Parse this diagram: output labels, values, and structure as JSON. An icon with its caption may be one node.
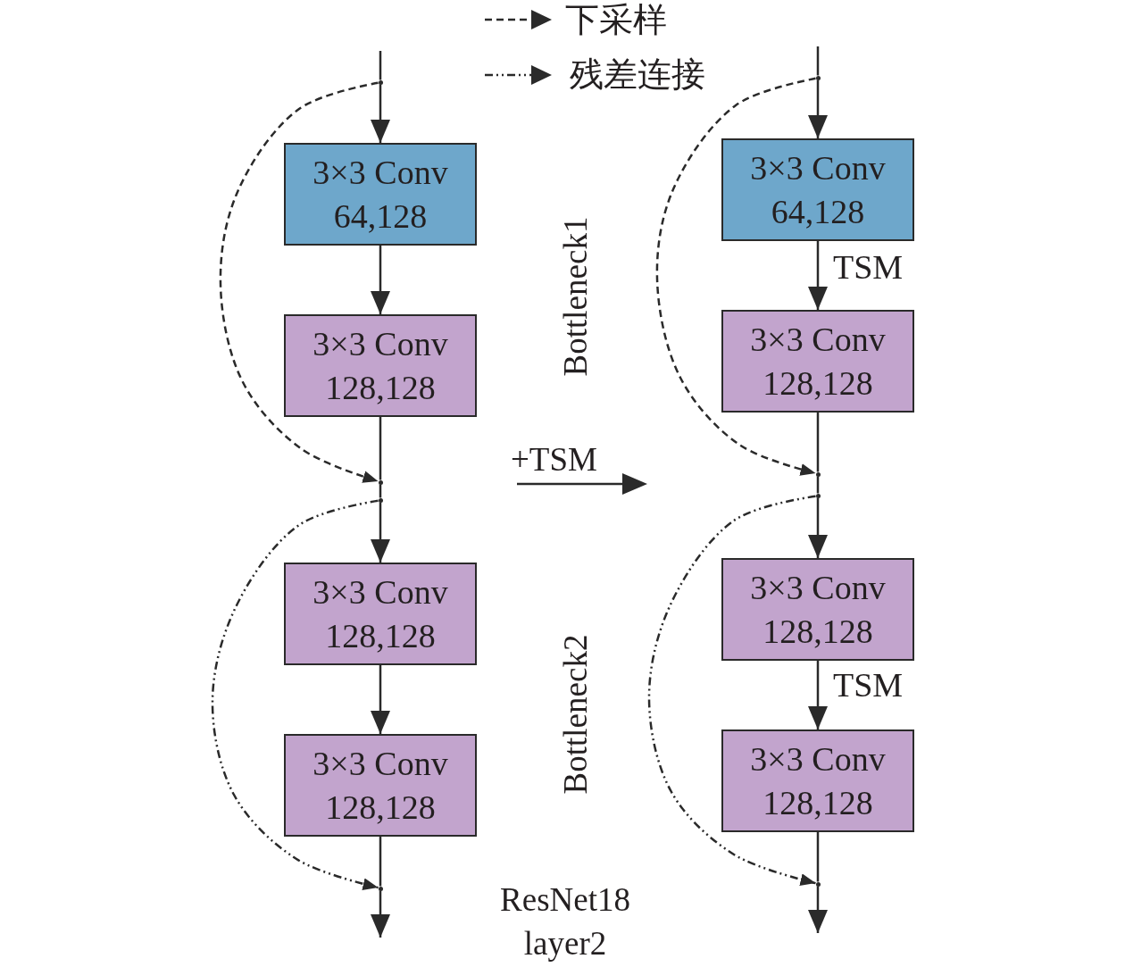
{
  "diagram": {
    "nodes": [
      {
        "text": [],
        "shape": "dot"
      },
      {
        "text": [
          "3×3 Conv",
          "64,128"
        ]
      },
      {
        "text": [
          "3×3 Conv",
          "128,128"
        ]
      },
      {
        "text": [],
        "shape": "dot"
      },
      {
        "text": [],
        "shape": "dot"
      },
      {
        "text": [
          "3×3 Conv",
          "128,128"
        ]
      },
      {
        "text": [
          "3×3 Conv",
          "128,128"
        ]
      },
      {
        "text": [],
        "shape": "dot"
      },
      {
        "text": [],
        "shape": "dot"
      },
      {
        "text": [
          "3×3 Conv",
          "64,128"
        ]
      },
      {
        "text": [
          "3×3 Conv",
          "128,128"
        ]
      },
      {
        "text": [],
        "shape": "dot"
      },
      {
        "text": [],
        "shape": "dot"
      },
      {
        "text": [
          "3×3 Conv",
          "128,128"
        ]
      },
      {
        "text": [
          "3×3 Conv",
          "128,128"
        ]
      },
      {
        "text": [],
        "shape": "dot"
      }
    ],
    "edges": [
      {
        "from": null,
        "to": 0,
        "arrow": "none"
      },
      {
        "from": 0,
        "to": 1,
        "arrow": "to"
      },
      {
        "from": 1,
        "to": 2,
        "arrow": "to"
      },
      {
        "from": 2,
        "to": 3,
        "arrow": "none"
      },
      {
        "from": 3,
        "to": 4,
        "arrow": "none"
      },
      {
        "from": 4,
        "to": 5,
        "arrow": "to"
      },
      {
        "from": 5,
        "to": 6,
        "arrow": "to"
      },
      {
        "from": 6,
        "to": 7,
        "arrow": "none"
      },
      {
        "from": 7,
        "to": null,
        "arrow": "to"
      },
      {
        "from": 0,
        "to": 3,
        "arrow": "to",
        "style": "dashed"
      },
      {
        "from": 4,
        "to": 7,
        "arrow": "to",
        "style": "dashed"
      },
      {
        "from": null,
        "to": 8,
        "arrow": "none"
      },
      {
        "from": 8,
        "to": 9,
        "arrow": "to"
      },
      {
        "from": 9,
        "to": 10,
        "arrow": "to",
        "label": "TSM"
      },
      {
        "from": 10,
        "to": 11,
        "arrow": "none"
      },
      {
        "from": 11,
        "to": 12,
        "arrow": "none"
      },
      {
        "from": 12,
        "to": 13,
        "arrow": "to"
      },
      {
        "from": 13,
        "to": 14,
        "arrow": "to",
        "label": "TSM"
      },
      {
        "from": 14,
        "to": 15,
        "arrow": "none"
      },
      {
        "from": 15,
        "to": null,
        "arrow": "to"
      },
      {
        "from": 8,
        "to": 11,
        "arrow": "to",
        "style": "dashed"
      },
      {
        "from": 12,
        "to": 15,
        "arrow": "to",
        "style": "dashed"
      }
    ],
    "labels": [
      "Bottleneck1",
      "+TSM",
      "Bottleneck2",
      "ResNet18 layer2"
    ],
    "legend": [
      {
        "text": "下采样"
      },
      {
        "text": "残差连接"
      }
    ]
  }
}
